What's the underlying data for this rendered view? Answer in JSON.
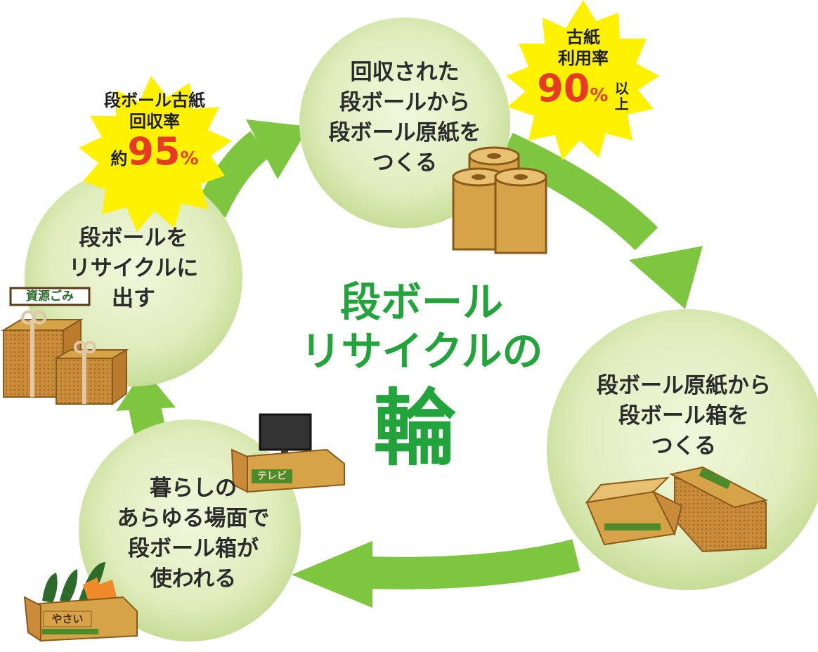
{
  "title": {
    "line1": "段ボール",
    "line2": "リサイクルの",
    "kanji": "輪"
  },
  "steps": {
    "top": {
      "lines": [
        "回収された",
        "段ボールから",
        "段ボール原紙を",
        "つくる"
      ]
    },
    "right": {
      "lines": [
        "段ボール原紙から",
        "段ボール箱を",
        "つくる"
      ]
    },
    "bottom": {
      "lines": [
        "暮らしの",
        "あらゆる場面で",
        "段ボール箱が",
        "使われる"
      ]
    },
    "left": {
      "lines": [
        "段ボールを",
        "リサイクルに",
        "出す"
      ]
    }
  },
  "badges": {
    "collection": {
      "line1": "段ボール古紙",
      "line2": "回収率",
      "prefix": "約",
      "value": "95",
      "unit": "%"
    },
    "usage": {
      "line1": "古紙",
      "line2": "利用率",
      "value": "90",
      "unit": "%",
      "suffix1": "以",
      "suffix2": "上"
    }
  },
  "labels": {
    "trash_sign": "資源ごみ",
    "tv_box": "テレビ",
    "vegetable_box": "やさい"
  },
  "colors": {
    "arrow": "#7ec63f",
    "circle": "#d9e8b4",
    "title": "#23a33b",
    "badge": "#fff200",
    "highlight": "#e83a22",
    "cardboard": "#d6a348"
  }
}
